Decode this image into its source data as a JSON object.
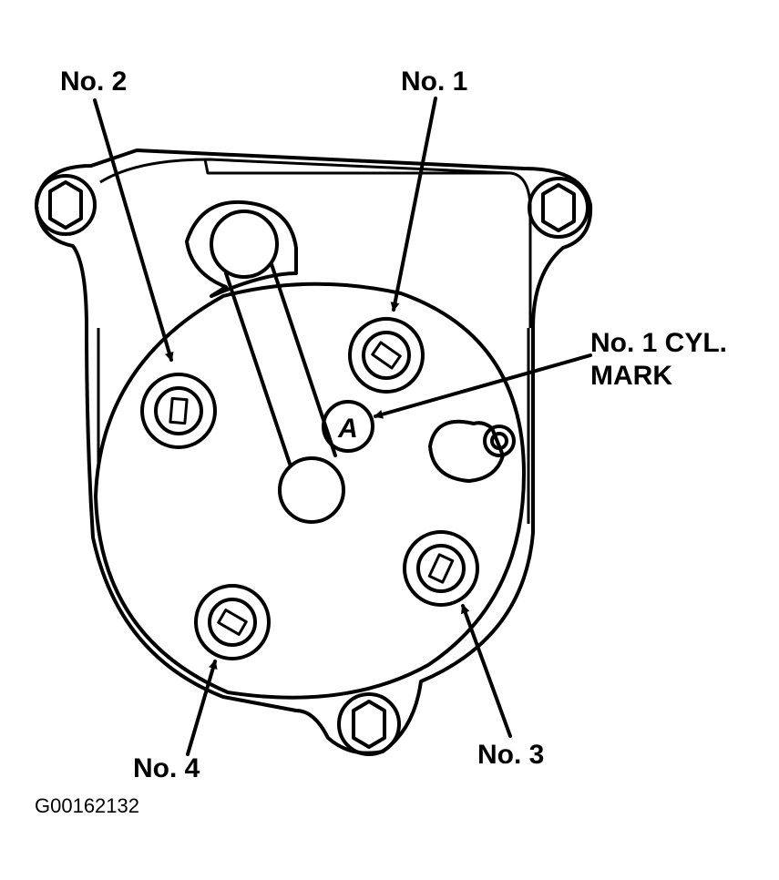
{
  "labels": {
    "no2": "No. 2",
    "no1": "No. 1",
    "cyl_mark_line1": "No. 1 CYL.",
    "cyl_mark_line2": "MARK",
    "no3": "No. 3",
    "no4": "No. 4",
    "figure_code": "G00162132"
  },
  "mark_letter": "A",
  "colors": {
    "ink": "#000000",
    "paper": "#ffffff"
  }
}
